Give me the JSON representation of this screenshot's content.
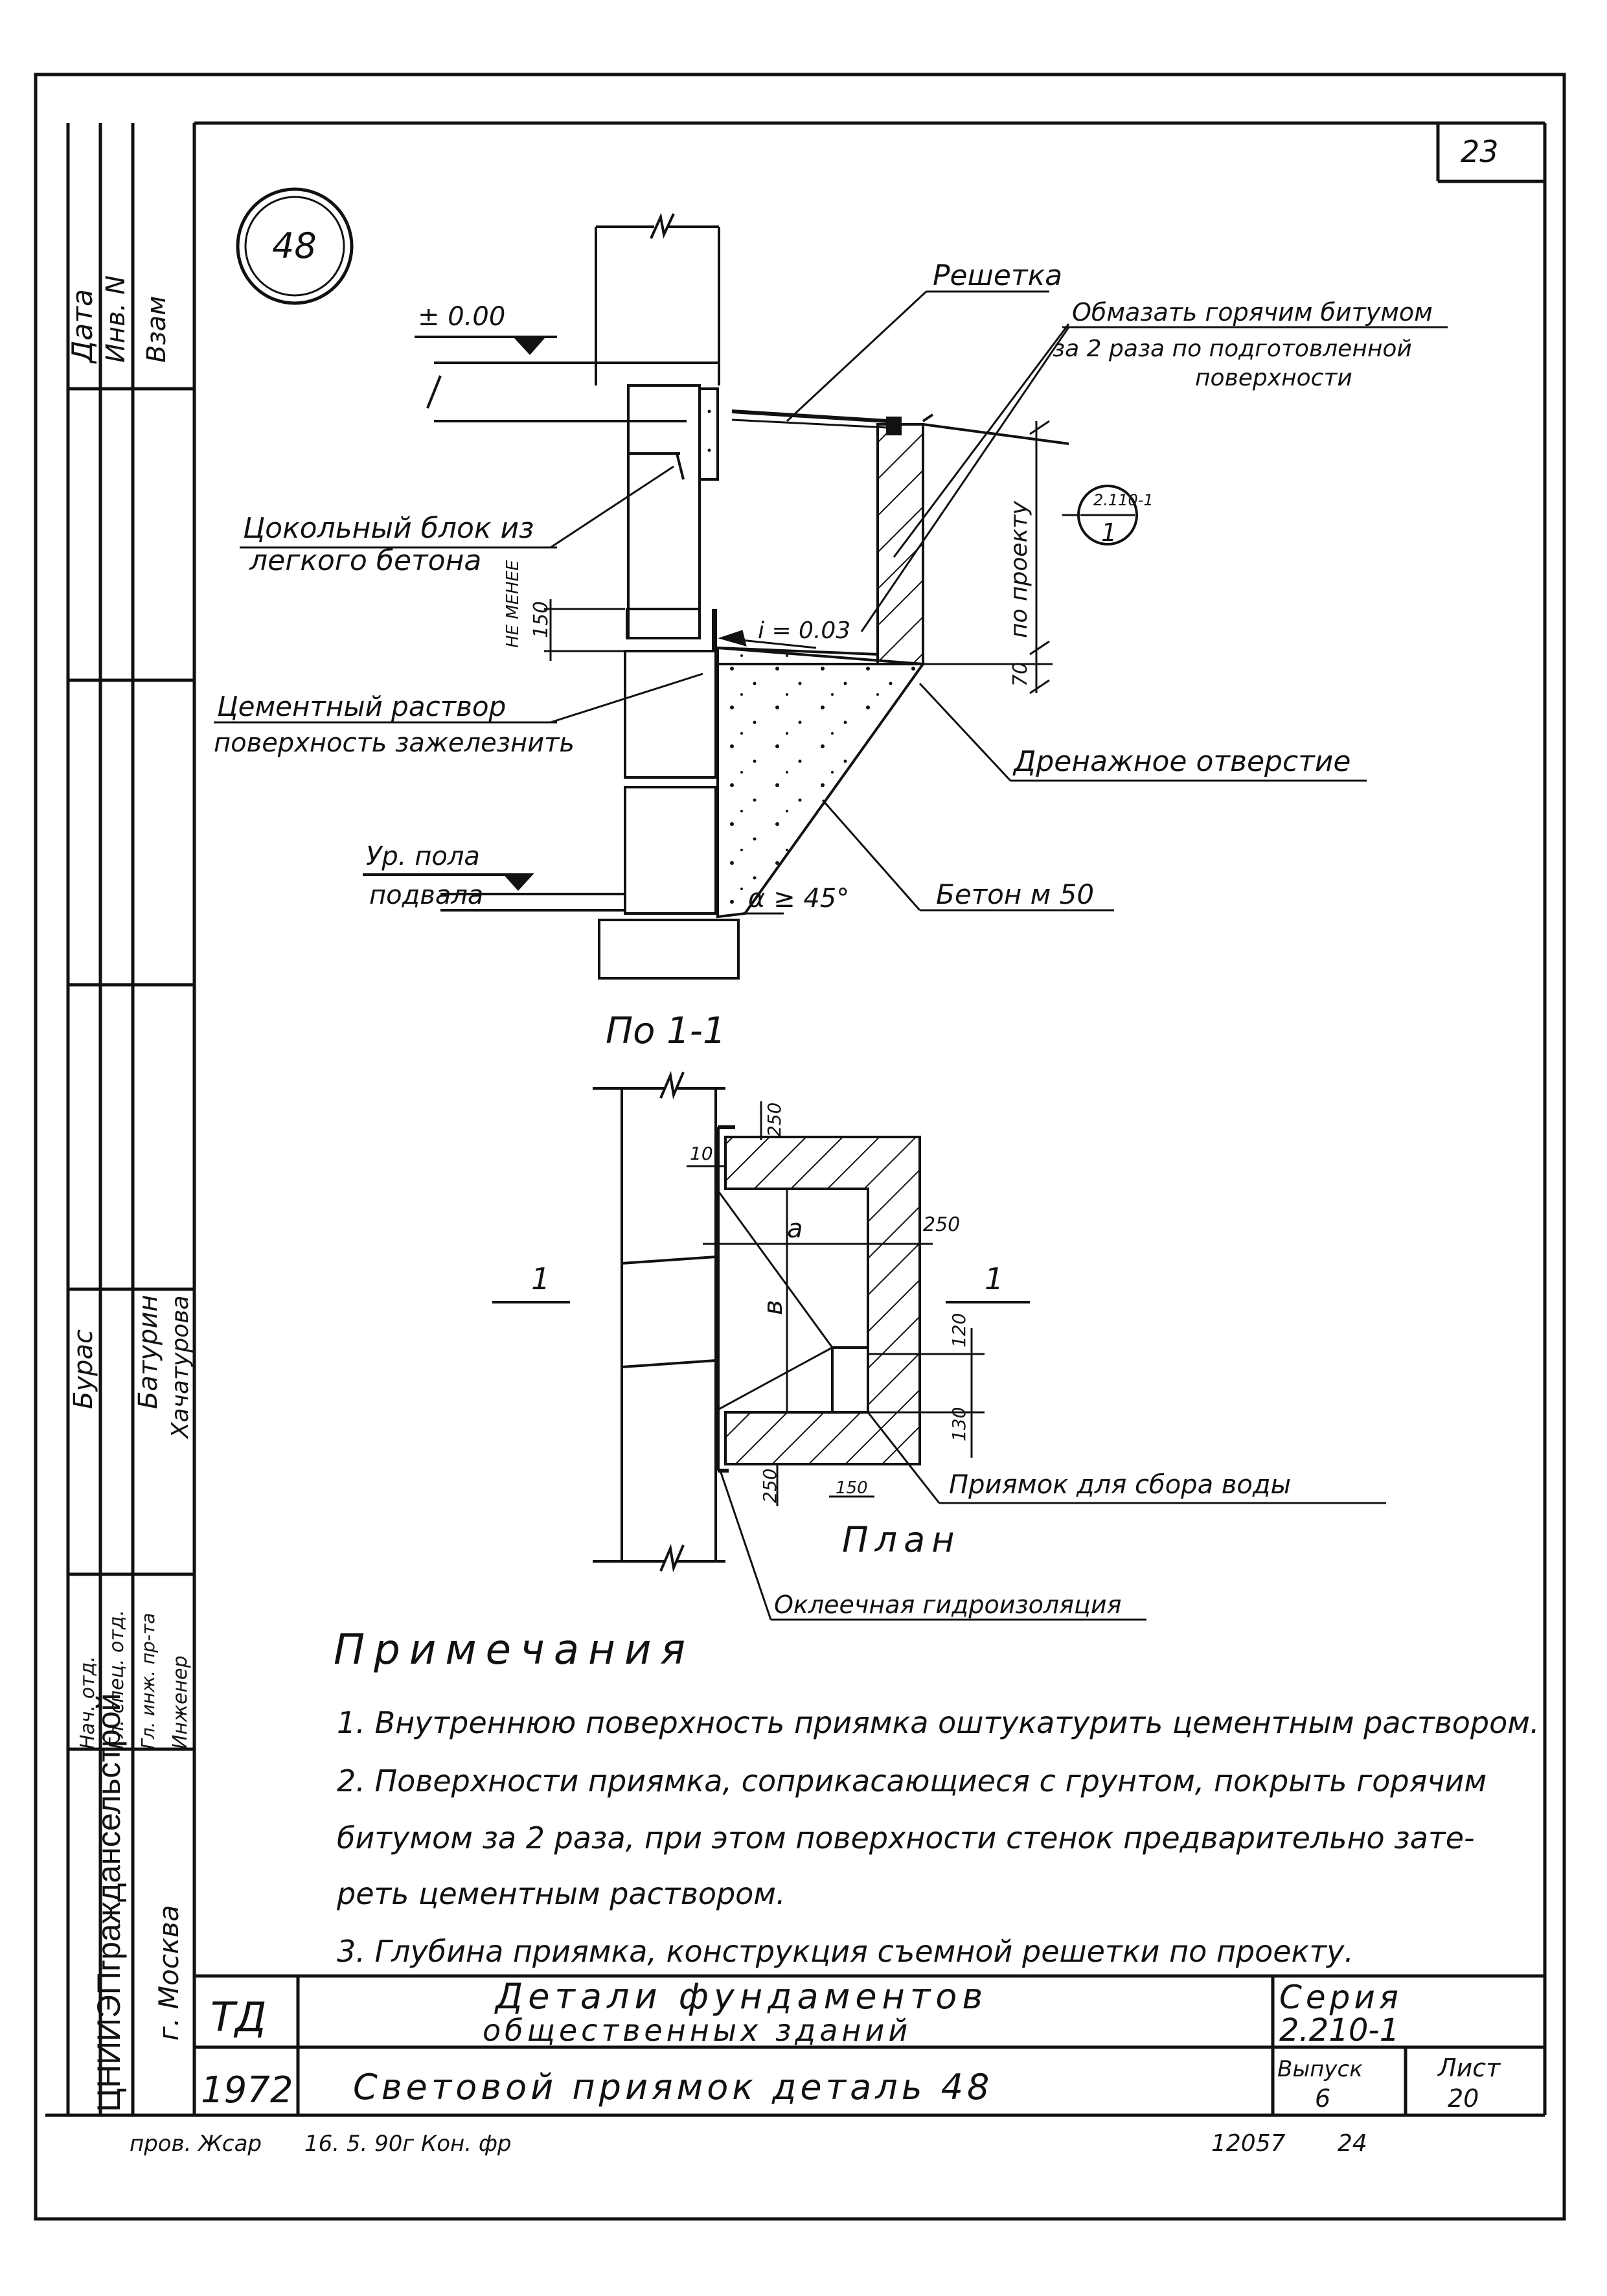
{
  "sheet_number": "23",
  "detail_marker": "48",
  "section_marker": {
    "top": "2.110-1",
    "bottom": "1"
  },
  "side_stamp": {
    "top": [
      "Дата",
      "Инв. N",
      "Взам"
    ],
    "signers": [
      "Бурас",
      "Батурин",
      "Хачатурова"
    ],
    "roles": [
      "Нач. отд.",
      "Гл. спец. отд.",
      "Гл. инж. пр-та",
      "Инженер"
    ],
    "org": "ЦНИИЭПграждансельстрой",
    "city": "г. Москва"
  },
  "section_labels": {
    "level_zero": "± 0.00",
    "grate": "Решетка",
    "bitumen_line1": "Обмазать горячим битумом",
    "bitumen_line2": "за 2 раза по подготовленной",
    "bitumen_line3": "поверхности",
    "plinth_line1": "Цокольный блок из",
    "plinth_line2": "легкого бетона",
    "not_less": "НЕ МЕНЕЕ",
    "dim_150": "150",
    "slope": "i = 0.03",
    "per_project": "по проекту",
    "dim_70": "70",
    "mortar_line1": "Цементный раствор",
    "mortar_line2": "поверхность зажелезнить",
    "drain": "Дренажное отверстие",
    "floor_line1": "Ур. пола",
    "floor_line2": "подвала",
    "angle": "α ≥ 45°",
    "concrete": "Бетон м 50"
  },
  "plan_labels": {
    "cut_title": "По 1-1",
    "dim_250_top": "250",
    "dim_10": "10",
    "dim_a": "а",
    "dim_250_right": "250",
    "cut_mark": "1",
    "dim_b": "в",
    "dim_120": "120",
    "dim_130": "130",
    "dim_250_bottom": "250",
    "dim_150": "150",
    "sump": "Приямок для сбора воды",
    "plan_title": "План",
    "waterproof": "Оклеечная гидроизоляция"
  },
  "notes": {
    "title": "Примечания",
    "items": [
      "1. Внутреннюю поверхность приямка оштукатурить цементным раствором.",
      "2. Поверхности приямка, соприкасающиеся с грунтом, покрыть горячим",
      "битумом за 2 раза, при этом поверхности стенок предварительно зате-",
      "реть цементным раствором.",
      "3. Глубина приямка, конструкция съемной решетки по проекту."
    ]
  },
  "title_block": {
    "code": "ТД",
    "year": "1972",
    "title_line1": "Детали фундаментов",
    "title_line2": "общественных зданий",
    "subtitle": "Световой приямок деталь 48",
    "series_label": "Серия",
    "series_value": "2.210-1",
    "issue_label": "Выпуск",
    "issue_value": "6",
    "sheet_label": "Лист",
    "sheet_value": "20"
  },
  "footer": {
    "checked": "пров. Жсар",
    "date": "16. 5. 90г Кон. фр",
    "code": "12057",
    "page": "24"
  }
}
